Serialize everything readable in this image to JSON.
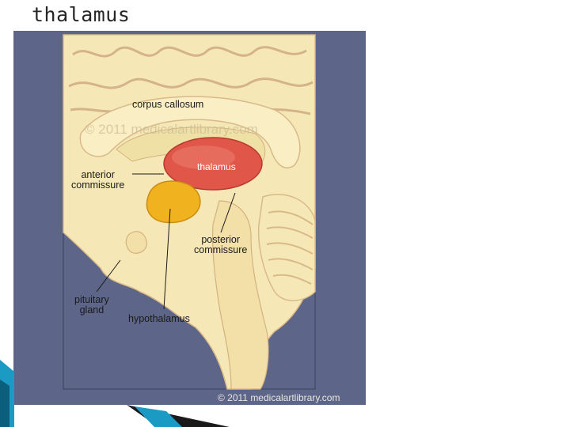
{
  "slide": {
    "title": "thalamus"
  },
  "figure": {
    "labels": {
      "corpus_callosum": "corpus callosum",
      "thalamus": "thalamus",
      "anterior_commissure": "anterior\ncommissure",
      "posterior_commissure": "posterior\ncommissure",
      "pituitary_gland": "pituitary\ngland",
      "hypothalamus": "hypothalamus"
    },
    "watermark_top": "© 2011 medicalartlibrary.com",
    "watermark_bottom": "© 2011 medicalartlibrary.com"
  },
  "colors": {
    "background": "#5d6688",
    "brain_tissue": "#f6e8b6",
    "brain_outline": "#d9b98a",
    "thalamus": "#e0574a",
    "hypothalamus": "#f0b21f"
  }
}
